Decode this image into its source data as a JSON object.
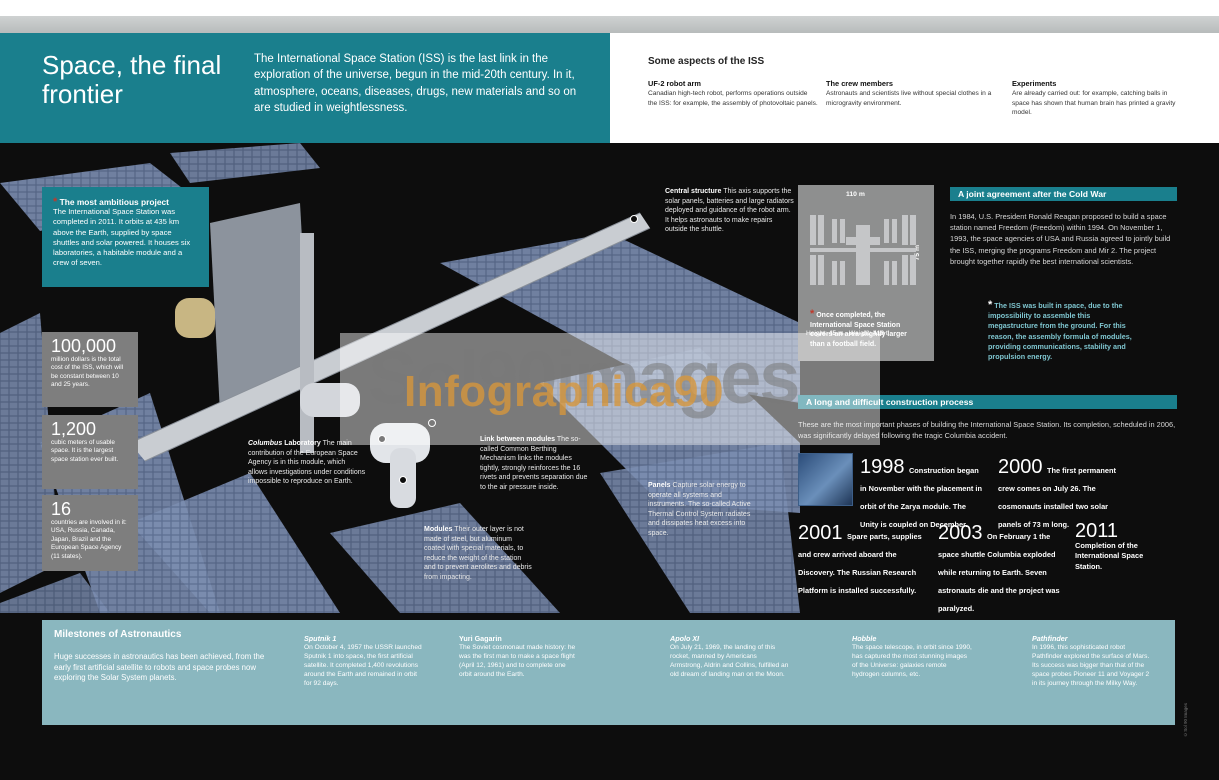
{
  "header": {
    "title": "Space, the final frontier",
    "intro": "The International Space Station (ISS) is the last link in the exploration of the universe, begun in the mid-20th century. In it, atmosphere, oceans, diseases, drugs, new materials and so on are studied in weightlessness."
  },
  "aspects": {
    "heading": "Some aspects of the ISS",
    "items": [
      {
        "title": "UF-2 robot arm",
        "text": "Canadian high-tech robot, performs operations outside the ISS: for example, the assembly of photovoltaic panels."
      },
      {
        "title": "The crew members",
        "text": "Astronauts and scientists live without special clothes in a microgravity environment."
      },
      {
        "title": "Experiments",
        "text": "Are already carried out: for example, catching balls in space has shown that human brain has printed a gravity model."
      }
    ]
  },
  "ambitious": {
    "heading": "The most ambitious project",
    "text": "The International Space Station was completed in 2011. It orbits at 435 km above the Earth, supplied by space shuttles and solar powered. It houses six laboratories, a habitable module and a crew of seven."
  },
  "stats": [
    {
      "value": "100,000",
      "text": "million dollars is the total cost of the ISS, which will be constant between 10 and 25 years."
    },
    {
      "value": "1,200",
      "text": "cubic meters of usable space. It is the largest space station ever built."
    },
    {
      "value": "16",
      "text": "countries are involved in it: USA, Russia, Canada, Japan, Brazil and the European Space Agency (11 states)."
    }
  ],
  "callouts": {
    "central_title": "Central structure",
    "central_text": "This axis supports the solar panels, batteries and large radiators deployed and guidance of the robot arm. It helps astronauts to make repairs outside the shuttle.",
    "columbus_title": "Columbus",
    "columbus_title2": "Laboratory",
    "columbus_text": "The main contribution of the European Space Agency is in this module, which allows investigations under conditions impossible to reproduce on Earth.",
    "link_title": "Link between modules",
    "link_text": "The so-called Common Berthing Mechanism links the modules tightly, strongly reinforces the 16 rivets and prevents separation due to the air pressure inside.",
    "panels_title": "Panels",
    "panels_text": "Capture solar energy to operate all systems and instruments. The so-called Active Thermal Control System radiates and dissipates heat excess into space.",
    "modules_title": "Modules",
    "modules_text": "Their outer layer is not made of steel, but aluminum coated with special materials, to reduce the weight of the station and to prevent aerolites and debris from impacting."
  },
  "dimensions": {
    "width": "110 m",
    "height": "75 m",
    "height_label": "Height:",
    "height_value": "45",
    "height_unit": "m",
    "weight_label": "Weight:",
    "weight_value": "419",
    "weight_unit": "t",
    "note": "Once completed, the International Space Station covers an area slightly larger than a football field."
  },
  "cold_war": {
    "heading": "A joint agreement after the Cold War",
    "text": "In 1984, U.S. President Ronald Reagan proposed to build a space station named Freedom (Freedom) within 1994. On November 1, 1993, the space agencies of USA and Russia agreed to jointly build the ISS, merging the programs Freedom and Mir 2. The project brought together rapidly the best international scientists.",
    "iss_note": "The ISS was built in space, due to the impossibility to assemble this megastructure from the ground. For this reason, the assembly formula of modules, providing communications, stability and propulsion energy."
  },
  "construction": {
    "heading": "A long and difficult construction process",
    "intro": "These are the most important phases of building the International Space Station. Its completion, scheduled in 2006, was significantly delayed following the tragic Columbia accident.",
    "phases": [
      {
        "year": "1998",
        "text": "Construction began in November with the placement in orbit of the Zarya module. The Unity is coupled on December."
      },
      {
        "year": "2000",
        "text": "The first permanent crew comes on July 26. The cosmonauts installed two solar panels of 73 m long."
      },
      {
        "year": "2001",
        "text": "Spare parts, supplies and crew arrived aboard the Discovery. The Russian Research Platform is installed successfully."
      },
      {
        "year": "2003",
        "text": "On February 1 the space shuttle Columbia exploded while returning to Earth. Seven astronauts die and the project was paralyzed."
      },
      {
        "year": "2011",
        "text": "Completion of the International Space Station."
      }
    ]
  },
  "milestones": {
    "heading": "Milestones of Astronautics",
    "intro": "Huge successes in astronautics has been achieved, from the early first artificial satellite to robots and space probes now exploring the Solar System planets.",
    "items": [
      {
        "title": "Sputnik 1",
        "text": "On October 4, 1957 the USSR launched Sputnik 1 into space, the first artificial satellite. It completed 1,400 revolutions around the Earth and remained in orbit for 92 days."
      },
      {
        "title": "Yuri Gagarin",
        "text": "The Soviet cosmonaut made history: he was the first man to make a space flight (April 12, 1961) and to complete one orbit around the Earth."
      },
      {
        "title": "Apolo XI",
        "text": "On July 21, 1969, the landing of this rocket, manned by Americans Armstrong, Aldrin and Collins, fulfilled an old dream of landing man on the Moon."
      },
      {
        "title": "Hobble",
        "text": "The space telescope, in orbit since 1990, has captured the most stunning images of the Universe: galaxies remote hydrogen columns, etc."
      },
      {
        "title": "Pathfinder",
        "text": "In 1996, this sophisticated robot Pathfinder explored the surface of Mars. Its success was bigger than that of the space probes Pioneer 11 and Voyager 2 in its journey through the Milky Way."
      }
    ]
  },
  "watermark": {
    "line1": "Sol90images",
    "line2": "Infographica90"
  },
  "credit": "©Sol 90 Images",
  "colors": {
    "teal": "#1a7f8d",
    "milestone_bg": "#8ab7bf",
    "background": "#0d0d0d",
    "gray_panel": "#8e8f8f"
  }
}
